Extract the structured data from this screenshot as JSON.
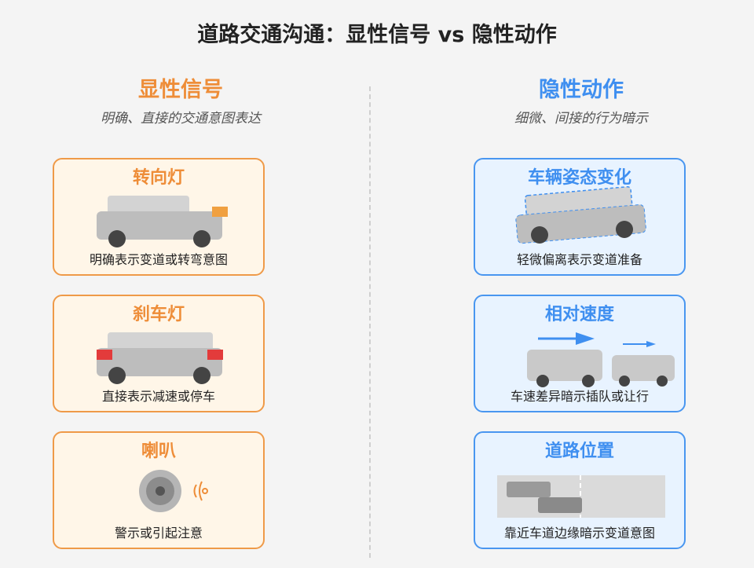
{
  "title": "道路交通沟通：显性信号 vs 隐性动作",
  "colors": {
    "orange": "#ee8d38",
    "blue": "#3f8ff0",
    "car_gray": "#bdbdbd",
    "wheel": "#444444"
  },
  "explicit": {
    "heading": "显性信号",
    "subtitle": "明确、直接的交通意图表达",
    "cards": [
      {
        "title": "转向灯",
        "desc": "明确表示变道或转弯意图",
        "icon": "car-turn-signal-icon"
      },
      {
        "title": "刹车灯",
        "desc": "直接表示减速或停车",
        "icon": "car-brake-lights-icon"
      },
      {
        "title": "喇叭",
        "desc": "警示或引起注意",
        "icon": "horn-speaker-icon"
      }
    ]
  },
  "implicit": {
    "heading": "隐性动作",
    "subtitle": "细微、间接的行为暗示",
    "cards": [
      {
        "title": "车辆姿态变化",
        "desc": "轻微偏离表示变道准备",
        "icon": "tilted-car-icon"
      },
      {
        "title": "相对速度",
        "desc": "车速差异暗示插队或让行",
        "icon": "speed-difference-icon"
      },
      {
        "title": "道路位置",
        "desc": "靠近车道边缘暗示变道意图",
        "icon": "lane-position-icon"
      }
    ]
  }
}
